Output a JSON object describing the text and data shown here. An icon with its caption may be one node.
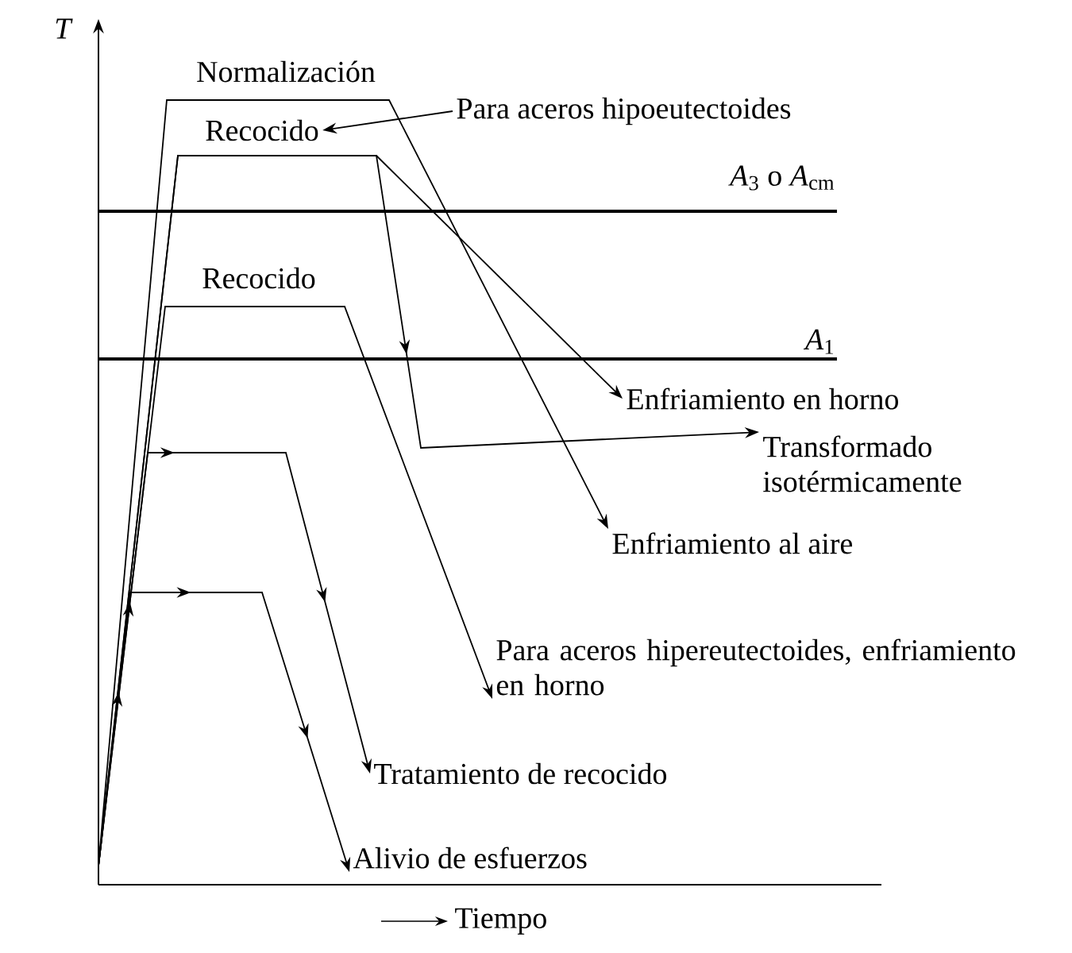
{
  "diagram": {
    "nodes": [
      {
        "text": [
          "Para aceros hipoeutectoides"
        ]
      },
      {
        "text": [
          "Recocido"
        ]
      },
      {
        "text": [
          "Enfriamiento en horno"
        ]
      },
      {
        "text": [
          "Transformado isotérmicamente"
        ]
      },
      {
        "text": [
          "Enfriamiento al aire"
        ]
      },
      {
        "text": [
          "Para aceros hipereutectoides, enfriamiento en horno"
        ]
      },
      {
        "text": [
          "Tratamiento de recocido"
        ]
      },
      {
        "text": [
          "Alivio de esfuerzos"
        ]
      }
    ],
    "edges": [
      {
        "from": 0,
        "to": 1,
        "arrow": "to"
      },
      {
        "from": null,
        "to": 2,
        "arrow": "to"
      },
      {
        "from": null,
        "to": 3,
        "arrow": "to"
      },
      {
        "from": null,
        "to": 4,
        "arrow": "to"
      },
      {
        "from": null,
        "to": 5,
        "arrow": "to"
      },
      {
        "from": null,
        "to": 6,
        "arrow": "to"
      },
      {
        "from": null,
        "to": 7,
        "arrow": "to"
      }
    ],
    "labels": [
      "*T*",
      "Normalización",
      "*A*$_{3}$ o *A*$_{cm}$",
      "Recocido",
      "*A*$_{1}$",
      "Tiempo"
    ]
  }
}
